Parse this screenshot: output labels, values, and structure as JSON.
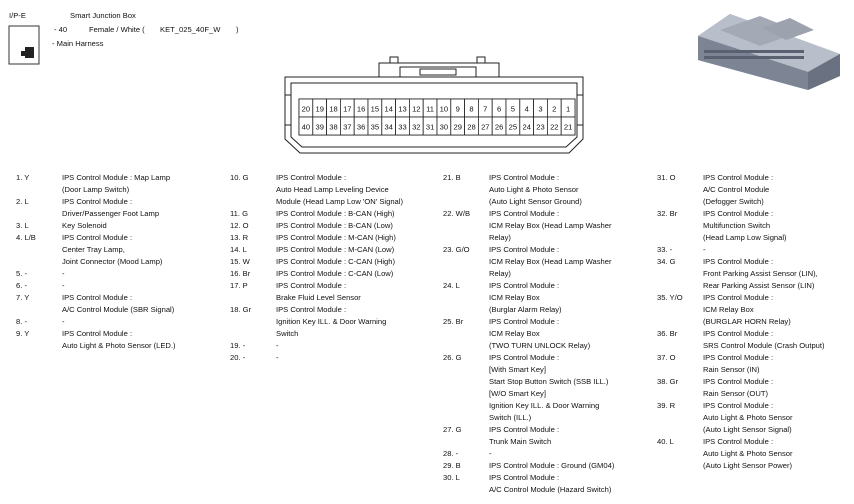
{
  "header": {
    "connector_id": "I/P-E",
    "name": "Smart Junction Box",
    "pins": "- 40",
    "type": "Female / White (",
    "part": "KET_025_40F_W",
    "close": ")",
    "harness": "- Main Harness"
  },
  "connector": {
    "top_pins": [
      "20",
      "19",
      "18",
      "17",
      "16",
      "15",
      "14",
      "13",
      "12",
      "11",
      "10",
      "9",
      "8",
      "7",
      "6",
      "5",
      "4",
      "3",
      "2",
      "1"
    ],
    "bottom_pins": [
      "40",
      "39",
      "38",
      "37",
      "36",
      "35",
      "34",
      "33",
      "32",
      "31",
      "30",
      "29",
      "28",
      "27",
      "26",
      "25",
      "24",
      "23",
      "22",
      "21"
    ]
  },
  "columns": [
    [
      {
        "pin": "1. Y",
        "lines": [
          "IPS Control Module : Map Lamp",
          "(Door Lamp Switch)"
        ]
      },
      {
        "pin": "2. L",
        "lines": [
          "IPS Control Module :",
          "Driver/Passenger Foot Lamp"
        ]
      },
      {
        "pin": "3. L",
        "lines": [
          "Key Solenoid"
        ]
      },
      {
        "pin": "4. L/B",
        "lines": [
          "IPS Control Module :",
          "Center Tray Lamp,",
          "Joint Connector (Mood Lamp)"
        ]
      },
      {
        "pin": "5. -",
        "lines": [
          "-"
        ]
      },
      {
        "pin": "6. -",
        "lines": [
          "-"
        ]
      },
      {
        "pin": "7. Y",
        "lines": [
          "IPS Control Module :",
          "A/C Control Module (SBR Signal)"
        ]
      },
      {
        "pin": "8. -",
        "lines": [
          "-"
        ]
      },
      {
        "pin": "9. Y",
        "lines": [
          "IPS Control Module :",
          "Auto Light & Photo Sensor (LED.)"
        ]
      }
    ],
    [
      {
        "pin": "10. G",
        "lines": [
          "IPS Control Module :",
          "Auto Head Lamp Leveling Device",
          "Module (Head Lamp Low 'ON' Signal)"
        ]
      },
      {
        "pin": "11. G",
        "lines": [
          "IPS Control Module : B-CAN (High)"
        ]
      },
      {
        "pin": "12. O",
        "lines": [
          "IPS Control Module : B-CAN (Low)"
        ]
      },
      {
        "pin": "13. R",
        "lines": [
          "IPS Control Module : M-CAN (High)"
        ]
      },
      {
        "pin": "14. L",
        "lines": [
          "IPS Control Module : M-CAN (Low)"
        ]
      },
      {
        "pin": "15. W",
        "lines": [
          "IPS Control Module : C-CAN (High)"
        ]
      },
      {
        "pin": "16. Br",
        "lines": [
          "IPS Control Module : C-CAN (Low)"
        ]
      },
      {
        "pin": "17. P",
        "lines": [
          "IPS Control Module :",
          "Brake Fluid Level Sensor"
        ]
      },
      {
        "pin": "18. Gr",
        "lines": [
          "IPS Control Module :",
          "Ignition Key ILL. & Door Warning",
          "Switch"
        ]
      },
      {
        "pin": "19. -",
        "lines": [
          "-"
        ]
      },
      {
        "pin": "20. -",
        "lines": [
          "-"
        ]
      }
    ],
    [
      {
        "pin": "21. B",
        "lines": [
          "IPS Control Module :",
          "Auto Light & Photo Sensor",
          "(Auto Light Sensor Ground)"
        ]
      },
      {
        "pin": "22. W/B",
        "lines": [
          "IPS Control Module :",
          "ICM Relay Box (Head Lamp Washer",
          "Relay)"
        ]
      },
      {
        "pin": "23. G/O",
        "lines": [
          "IPS Control Module :",
          "ICM Relay Box (Head Lamp Washer",
          "Relay)"
        ]
      },
      {
        "pin": "24. L",
        "lines": [
          "IPS Control Module :",
          "ICM Relay Box",
          "(Burglar Alarm Relay)"
        ]
      },
      {
        "pin": "25. Br",
        "lines": [
          "IPS Control Module :",
          "ICM Relay Box",
          "(TWO TURN UNLOCK Relay)"
        ]
      },
      {
        "pin": "26. G",
        "lines": [
          "IPS Control Module :",
          "[With Smart Key]",
          "Start Stop Button Switch (SSB ILL.)",
          "[W/O Smart Key]",
          "Ignition Key ILL. & Door Warning",
          "Switch (ILL.)"
        ]
      },
      {
        "pin": "27. G",
        "lines": [
          "IPS Control Module :",
          "Trunk Main Switch"
        ]
      },
      {
        "pin": "28. -",
        "lines": [
          "-"
        ]
      },
      {
        "pin": "29. B",
        "lines": [
          "IPS Control Module : Ground (GM04)"
        ]
      },
      {
        "pin": "30. L",
        "lines": [
          "IPS Control Module :",
          "A/C Control Module (Hazard Switch)"
        ]
      }
    ],
    [
      {
        "pin": "31. O",
        "lines": [
          "IPS Control Module :",
          "A/C Control Module",
          "(Defogger Switch)"
        ]
      },
      {
        "pin": "32. Br",
        "lines": [
          "IPS Control Module :",
          "Multifunction Switch",
          "(Head Lamp Low Signal)"
        ]
      },
      {
        "pin": "33. -",
        "lines": [
          "-"
        ]
      },
      {
        "pin": "34. G",
        "lines": [
          "IPS Control Module :",
          "Front Parking Assist Sensor (LIN),",
          "Rear Parking Assist Sensor (LIN)"
        ]
      },
      {
        "pin": "35. Y/O",
        "lines": [
          "IPS Control Module :",
          "ICM Relay Box",
          "(BURGLAR HORN Relay)"
        ]
      },
      {
        "pin": "36. Br",
        "lines": [
          "IPS Control Module :",
          "SRS Control Module (Crash Output)"
        ]
      },
      {
        "pin": "37. O",
        "lines": [
          "IPS Control Module :",
          "Rain Sensor (IN)"
        ]
      },
      {
        "pin": "38. Gr",
        "lines": [
          "IPS Control Module :",
          "Rain Sensor (OUT)"
        ]
      },
      {
        "pin": "39. R",
        "lines": [
          "IPS Control Module :",
          "Auto Light & Photo Sensor",
          "(Auto Light Sensor Signal)"
        ]
      },
      {
        "pin": "40. L",
        "lines": [
          "IPS Control Module :",
          "Auto Light & Photo Sensor",
          "(Auto Light Sensor Power)"
        ]
      }
    ]
  ]
}
